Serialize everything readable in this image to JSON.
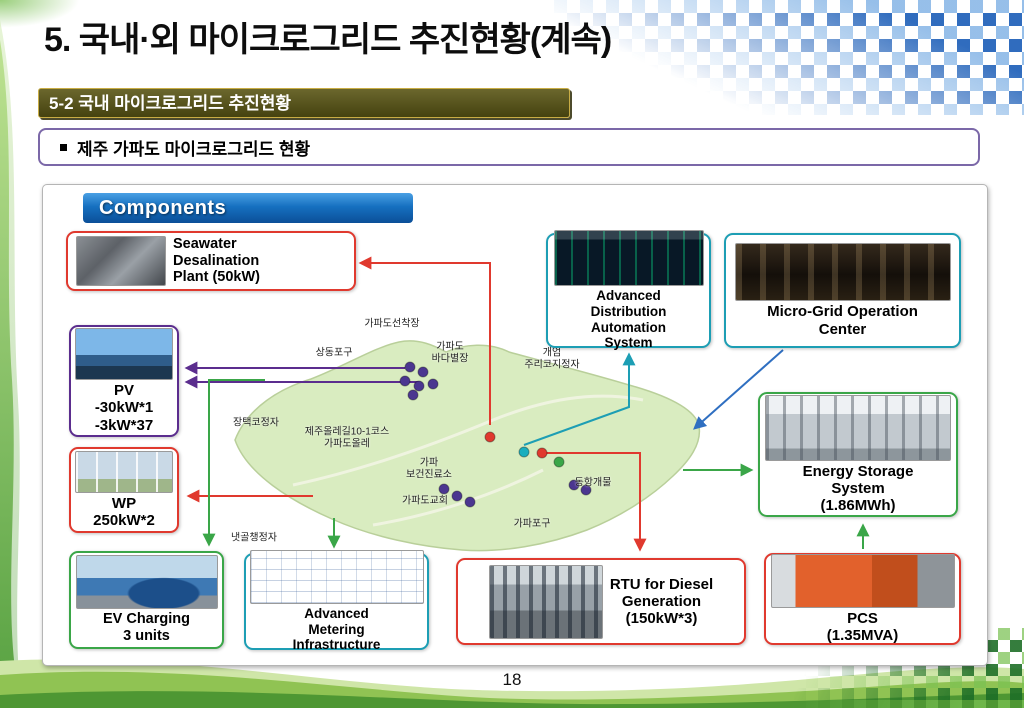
{
  "slide": {
    "title": "5. 국내·외 마이크로그리드 추진현황(계속)",
    "section_header": "5-2 국내 마이크로그리드 추진현황",
    "bullet_text": "제주 가파도 마이크로그리드 현황",
    "page_number": "18"
  },
  "diagram": {
    "header": "Components",
    "components": {
      "seawater": {
        "label": "Seawater\nDesalination\nPlant (50kW)"
      },
      "ada": {
        "label": "Advanced\nDistribution\nAutomation\nSystem"
      },
      "mgoc": {
        "label": "Micro-Grid Operation\nCenter"
      },
      "pv": {
        "label": "PV\n-30kW*1\n-3kW*37"
      },
      "wp": {
        "label": "WP\n250kW*2"
      },
      "ess": {
        "label": "Energy Storage\nSystem\n(1.86MWh)"
      },
      "ev": {
        "label": "EV Charging\n3 units"
      },
      "ami": {
        "label": "Advanced\nMetering\nInfrastructure"
      },
      "rtu": {
        "label": "RTU for Diesel\nGeneration\n(150kW*3)"
      },
      "pcs": {
        "label": "PCS\n(1.35MVA)"
      }
    },
    "map_labels": [
      "가파도선착장",
      "상동포구",
      "가파도\n바다별장",
      "개엄\n주리코지정자",
      "장택코정자",
      "제주올레길10-1코스\n가파도올레",
      "가파\n보건진료소",
      "가파도교회",
      "동항개물",
      "가파포구",
      "냇골챙정자"
    ],
    "colors": {
      "red": "#e0392e",
      "purple": "#5b2d8e",
      "teal": "#1d9eb4",
      "green": "#3aa648",
      "blue": "#2f6fc1",
      "tab_blue": "#1670c0",
      "island_green": "#d9ecc0"
    }
  }
}
